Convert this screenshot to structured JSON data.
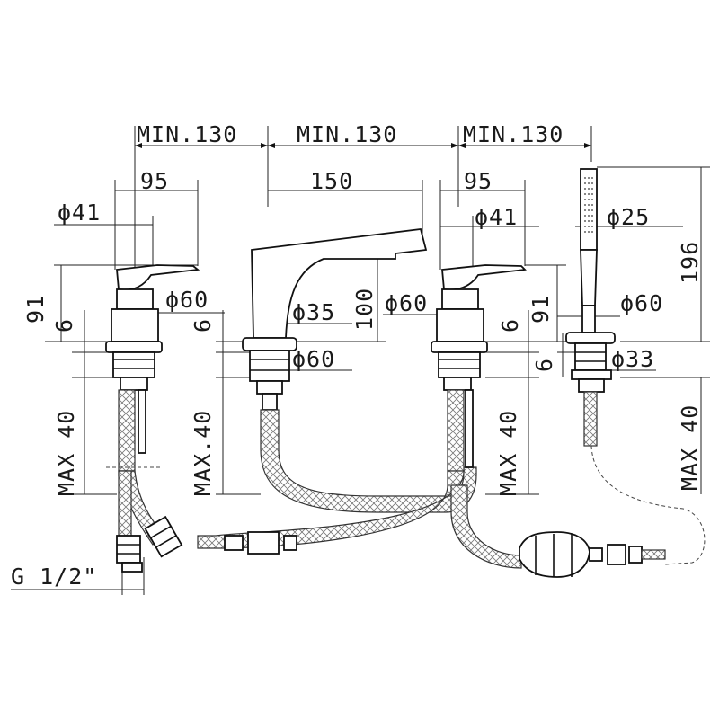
{
  "colors": {
    "line": "#111111",
    "background": "#ffffff"
  },
  "dims": {
    "min1": "MIN.130",
    "min2": "MIN.130",
    "min3": "MIN.130",
    "w95_left": "95",
    "w150": "150",
    "w95_right": "95",
    "d41_left": "ϕ41",
    "d41_right": "ϕ41",
    "d25": "ϕ25",
    "h196": "196",
    "h91_left": "91",
    "h91_right": "91",
    "d60_left": "ϕ60",
    "d60_mid": "ϕ60",
    "d60_spout": "ϕ60",
    "d60_right": "ϕ60",
    "d35": "ϕ35",
    "h100": "100",
    "h6_left": "6",
    "h6_spout": "6",
    "h6_right": "6",
    "h6_shower": "6",
    "d33": "ϕ33",
    "max40_left": "MAX 40",
    "max40_spout": "MAX.40",
    "max40_right": "MAX 40",
    "max40_shower": "MAX 40",
    "thread": "G 1/2\""
  }
}
